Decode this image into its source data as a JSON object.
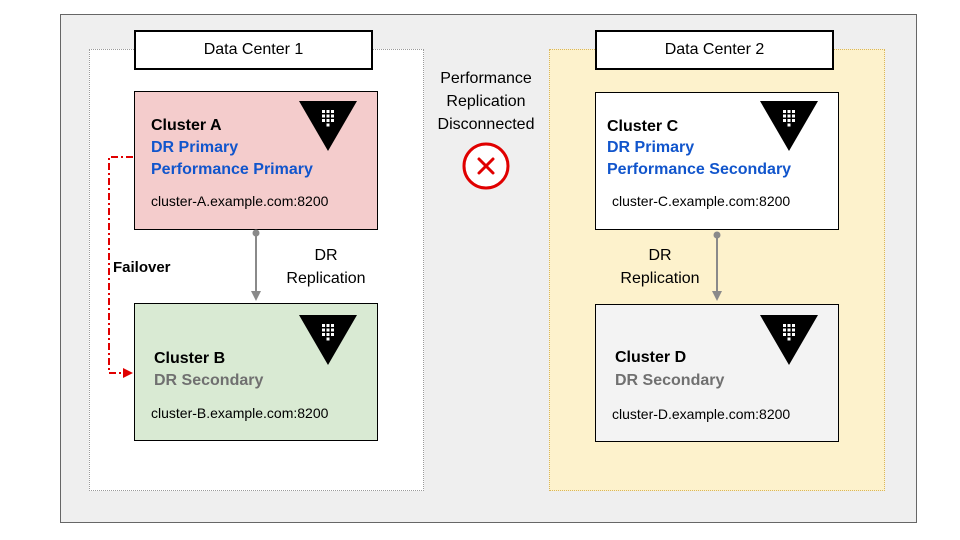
{
  "data_centers": [
    {
      "label": "Data Center 1"
    },
    {
      "label": "Data Center 2"
    }
  ],
  "clusters": {
    "a": {
      "name": "Cluster A",
      "roles": [
        "DR Primary",
        "Performance Primary"
      ],
      "address": "cluster-A.example.com:8200"
    },
    "b": {
      "name": "Cluster B",
      "roles": [
        "DR Secondary"
      ],
      "address": "cluster-B.example.com:8200"
    },
    "c": {
      "name": "Cluster C",
      "roles": [
        "DR Primary",
        "Performance Secondary"
      ],
      "address": "cluster-C.example.com:8200"
    },
    "d": {
      "name": "Cluster D",
      "roles": [
        "DR Secondary"
      ],
      "address": "cluster-D.example.com:8200"
    }
  },
  "links": {
    "dc1_replication": [
      "DR",
      "Replication"
    ],
    "dc2_replication": [
      "DR",
      "Replication"
    ],
    "failover": "Failover",
    "performance_status": [
      "Performance",
      "Replication",
      "Disconnected"
    ]
  },
  "colors": {
    "cluster_a_fill": "#f4cccc",
    "cluster_b_fill": "#d9ead3",
    "dc2_fill": "#fdf2cc",
    "primary_role_text": "#1155cc",
    "secondary_role_text": "#707070",
    "failover_line": "#e00000",
    "disconnected_icon": "#e00000"
  },
  "icons": [
    "vault-logo-icon",
    "close-circle-icon",
    "arrow-down-icon"
  ]
}
